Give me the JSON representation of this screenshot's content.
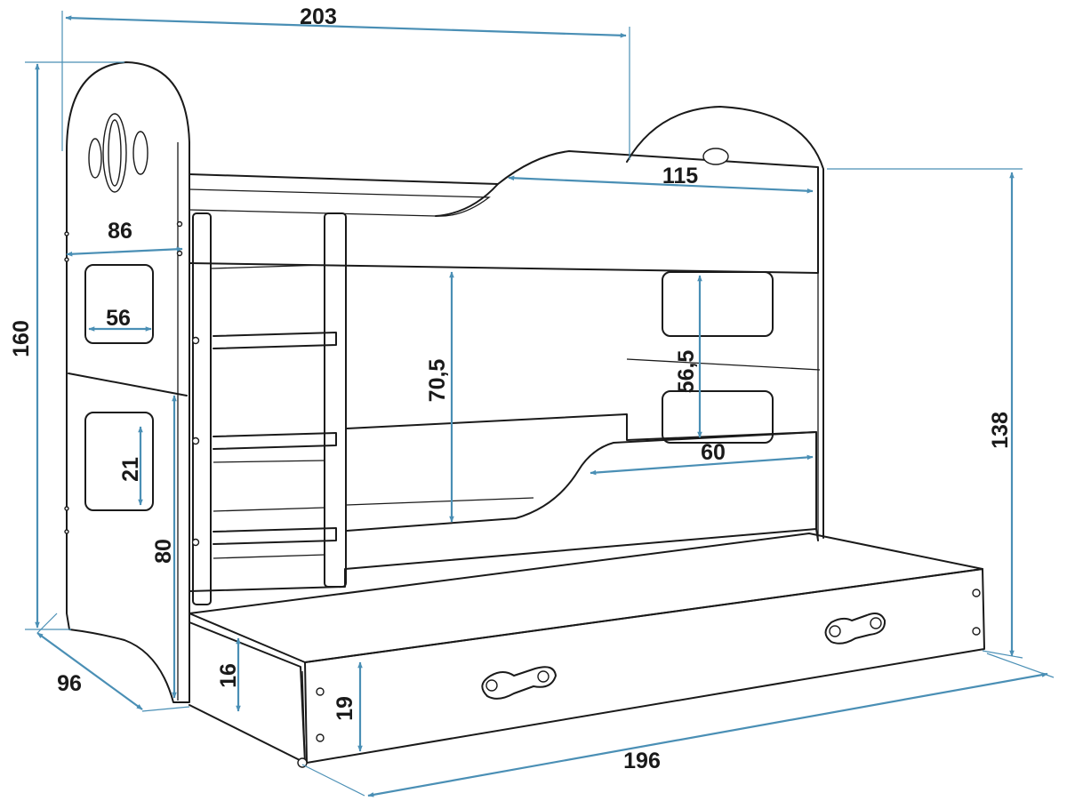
{
  "dimensions": {
    "total_length": "203",
    "headboard_width": "86",
    "window_width": "56",
    "total_height": "160",
    "depth": "96",
    "window_height": "21",
    "lower_side_height": "80",
    "drawer_side_height": "16",
    "drawer_front_height": "19",
    "drawer_length": "196",
    "upper_rail_length": "115",
    "bunk_clearance": "70,5",
    "lower_opening_height": "56,5",
    "lower_rail_length": "60",
    "frame_height": "138"
  },
  "colors": {
    "outline": "#1a1a1a",
    "dimension_line": "#4a8fb5",
    "background": "#ffffff"
  }
}
